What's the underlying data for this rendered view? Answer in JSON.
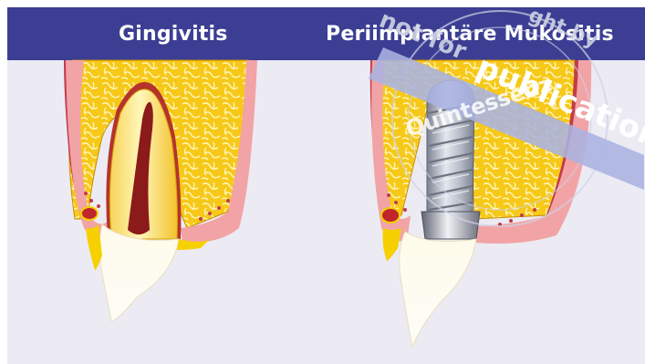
{
  "header": {
    "left_title": "Gingivitis",
    "right_title": "Periimplantäre Mukositis"
  },
  "watermark": {
    "top_arc": "not for",
    "ribbon": "publication",
    "bottom_arc": "Quintessenz",
    "corner": "ght by"
  },
  "colors": {
    "header_bg": "#3b3e93",
    "panel_bg": "#ecebf3",
    "bone": "#f6c818",
    "gum": "#f2a3a6",
    "gum_dark": "#c23a4c",
    "enamel": "#f8f4e6",
    "implant": "#a9afbd",
    "ribbon": "#aab3e1"
  }
}
